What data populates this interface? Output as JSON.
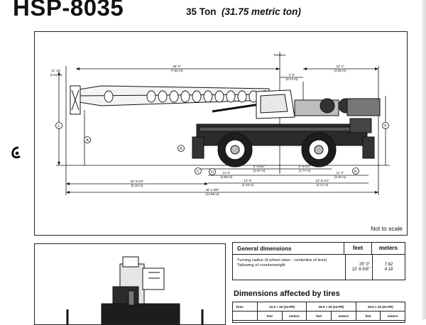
{
  "header": {
    "model": "HSP-8035",
    "capacity_prefix": "35 Ton",
    "capacity_metric": "(31.75 metric ton)"
  },
  "side_drawing": {
    "centerline_label": "Rotation",
    "dims": {
      "boom_length": "26' 0\"",
      "boom_length_m": "(7.92 m)",
      "tail_radius": "2' 5\"",
      "tail_radius_m": "(0.74 m)",
      "rear_overhang": "13' 4\"",
      "rear_overhang_m": "(4.06 m)",
      "boom_nose_height": "11' 10\"",
      "boom_nose_height_m": "(3.61 m)",
      "front_overhang": "11' 9\"",
      "front_overhang_m": "(3.58 m)",
      "axle_front": "6' 9-5/2\"",
      "axle_front_m": "(2.07 m)",
      "axle_rear": "5' 9-1/2\"",
      "axle_rear_m": "(1.77 m)",
      "rear_clear": "11' 2\"",
      "rear_clear_m": "(3.40 m)",
      "wheelbase": "13' 9\"",
      "wheelbase_m": "(4.19 m)",
      "cab_to_rear": "13' 8-1/4\"",
      "cab_to_rear_m": "(4.17 m)",
      "carrier_length": "16' 8-1/2\"",
      "carrier_length_m": "(5.10 m)",
      "overall_length": "48' 1-3/8\"",
      "overall_length_m": "(14.66 m)"
    },
    "letters": [
      "A",
      "B",
      "C",
      "D",
      "E",
      "F",
      "L"
    ],
    "note": "Not to scale"
  },
  "general_dimensions": {
    "title": "General dimensions",
    "col_feet": "feet",
    "col_meters": "meters",
    "rows": [
      {
        "label": "Turning radius (4-wheel steer - centerline of tires)",
        "feet": "25' 0\"",
        "meters": "7.62"
      },
      {
        "label": "Tailswing of counterweight",
        "feet": "13' 8-5/8\"",
        "meters": "4.18"
      }
    ]
  },
  "tires": {
    "title": "Dimensions affected by tires",
    "header_label": "Tires",
    "groups": [
      "21.5 × 25 (24-PR)",
      "26.5 × 25 (24-PR)",
      "29.5 × 25 (22-PR)"
    ],
    "sub": [
      "feet",
      "meters",
      "feet",
      "meters",
      "feet",
      "meters"
    ]
  }
}
